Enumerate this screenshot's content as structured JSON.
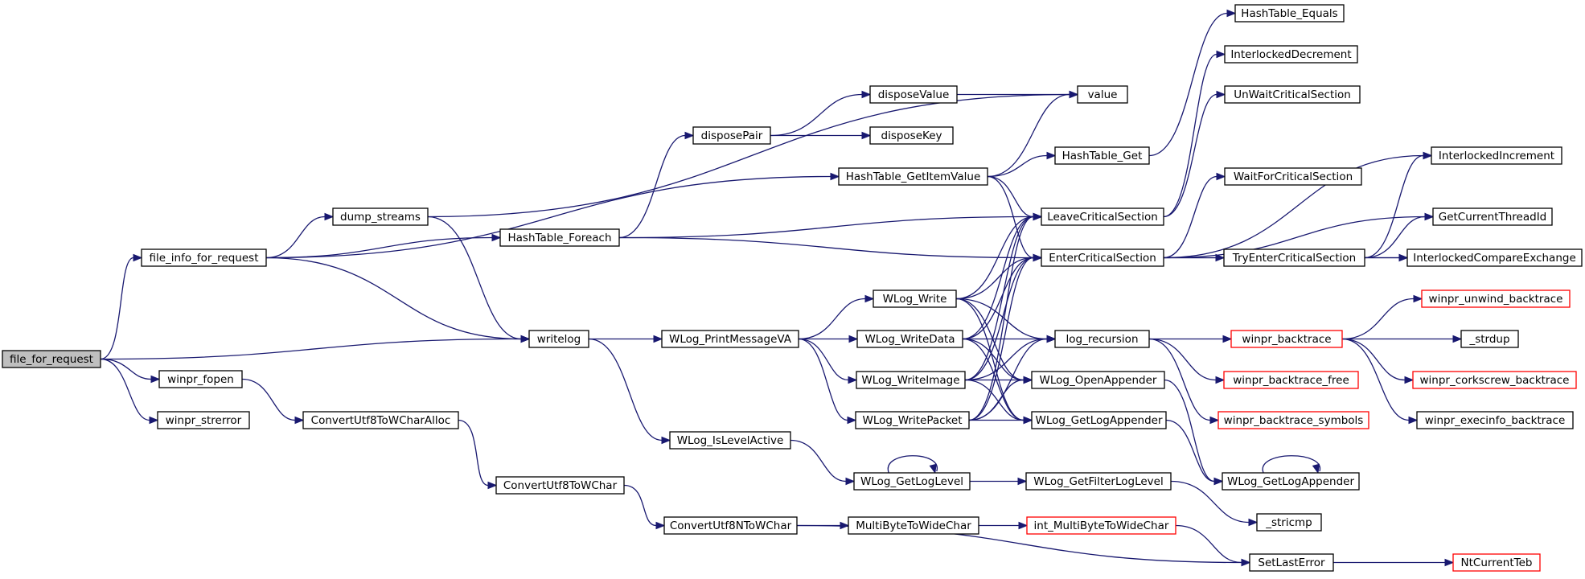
{
  "graph": {
    "nodes": [
      {
        "id": "file_for_request",
        "label": "file_for_request",
        "root": true
      },
      {
        "id": "file_info_for_request",
        "label": "file_info_for_request"
      },
      {
        "id": "dump_streams",
        "label": "dump_streams"
      },
      {
        "id": "disposePair",
        "label": "disposePair"
      },
      {
        "id": "disposeValue",
        "label": "disposeValue"
      },
      {
        "id": "disposeKey",
        "label": "disposeKey"
      },
      {
        "id": "value",
        "label": "value"
      },
      {
        "id": "HashTable_GetItemValue",
        "label": "HashTable_GetItemValue"
      },
      {
        "id": "HashTable_Get",
        "label": "HashTable_Get"
      },
      {
        "id": "HashTable_Equals",
        "label": "HashTable_Equals"
      },
      {
        "id": "InterlockedDecrement",
        "label": "InterlockedDecrement"
      },
      {
        "id": "UnWaitCriticalSection",
        "label": "UnWaitCriticalSection"
      },
      {
        "id": "InterlockedIncrement",
        "label": "InterlockedIncrement"
      },
      {
        "id": "WaitForCriticalSection",
        "label": "WaitForCriticalSection"
      },
      {
        "id": "LeaveCriticalSection",
        "label": "LeaveCriticalSection"
      },
      {
        "id": "GetCurrentThreadId",
        "label": "GetCurrentThreadId"
      },
      {
        "id": "HashTable_Foreach",
        "label": "HashTable_Foreach"
      },
      {
        "id": "EnterCriticalSection",
        "label": "EnterCriticalSection"
      },
      {
        "id": "TryEnterCriticalSection",
        "label": "TryEnterCriticalSection"
      },
      {
        "id": "InterlockedCompareExchange",
        "label": "InterlockedCompareExchange"
      },
      {
        "id": "winpr_unwind_backtrace",
        "label": "winpr_unwind_backtrace",
        "truncated": true
      },
      {
        "id": "writelog",
        "label": "writelog"
      },
      {
        "id": "WLog_PrintMessageVA",
        "label": "WLog_PrintMessageVA"
      },
      {
        "id": "WLog_Write",
        "label": "WLog_Write"
      },
      {
        "id": "WLog_WriteData",
        "label": "WLog_WriteData"
      },
      {
        "id": "log_recursion",
        "label": "log_recursion"
      },
      {
        "id": "winpr_backtrace",
        "label": "winpr_backtrace",
        "truncated": true
      },
      {
        "id": "_strdup",
        "label": "_strdup"
      },
      {
        "id": "winpr_fopen",
        "label": "winpr_fopen"
      },
      {
        "id": "WLog_WriteImage",
        "label": "WLog_WriteImage"
      },
      {
        "id": "WLog_OpenAppender",
        "label": "WLog_OpenAppender"
      },
      {
        "id": "winpr_backtrace_free",
        "label": "winpr_backtrace_free",
        "truncated": true
      },
      {
        "id": "winpr_corkscrew_backtrace",
        "label": "winpr_corkscrew_backtrace",
        "truncated": true
      },
      {
        "id": "winpr_strerror",
        "label": "winpr_strerror"
      },
      {
        "id": "ConvertUtf8ToWCharAlloc",
        "label": "ConvertUtf8ToWCharAlloc"
      },
      {
        "id": "WLog_WritePacket",
        "label": "WLog_WritePacket"
      },
      {
        "id": "WLog_GetLogAppender_1",
        "label": "WLog_GetLogAppender"
      },
      {
        "id": "winpr_backtrace_symbols",
        "label": "winpr_backtrace_symbols",
        "truncated": true
      },
      {
        "id": "winpr_execinfo_backtrace",
        "label": "winpr_execinfo_backtrace"
      },
      {
        "id": "WLog_IsLevelActive",
        "label": "WLog_IsLevelActive"
      },
      {
        "id": "WLog_GetLogLevel",
        "label": "WLog_GetLogLevel"
      },
      {
        "id": "WLog_GetFilterLogLevel",
        "label": "WLog_GetFilterLogLevel"
      },
      {
        "id": "WLog_GetLogAppender_2",
        "label": "WLog_GetLogAppender"
      },
      {
        "id": "ConvertUtf8ToWChar",
        "label": "ConvertUtf8ToWChar"
      },
      {
        "id": "ConvertUtf8NToWChar",
        "label": "ConvertUtf8NToWChar"
      },
      {
        "id": "MultiByteToWideChar",
        "label": "MultiByteToWideChar"
      },
      {
        "id": "int_MultiByteToWideChar",
        "label": "int_MultiByteToWideChar",
        "truncated": true
      },
      {
        "id": "_stricmp",
        "label": "_stricmp"
      },
      {
        "id": "SetLastError",
        "label": "SetLastError"
      },
      {
        "id": "NtCurrentTeb",
        "label": "NtCurrentTeb",
        "truncated": true
      }
    ],
    "edges": [
      [
        "file_for_request",
        "file_info_for_request"
      ],
      [
        "file_for_request",
        "writelog"
      ],
      [
        "file_for_request",
        "winpr_fopen"
      ],
      [
        "file_for_request",
        "winpr_strerror"
      ],
      [
        "file_info_for_request",
        "dump_streams"
      ],
      [
        "file_info_for_request",
        "HashTable_GetItemValue"
      ],
      [
        "file_info_for_request",
        "HashTable_Foreach"
      ],
      [
        "file_info_for_request",
        "writelog"
      ],
      [
        "dump_streams",
        "value"
      ],
      [
        "dump_streams",
        "writelog"
      ],
      [
        "HashTable_Foreach",
        "disposePair"
      ],
      [
        "HashTable_Foreach",
        "LeaveCriticalSection"
      ],
      [
        "HashTable_Foreach",
        "EnterCriticalSection"
      ],
      [
        "disposePair",
        "disposeValue"
      ],
      [
        "disposePair",
        "disposeKey"
      ],
      [
        "disposeValue",
        "value"
      ],
      [
        "HashTable_GetItemValue",
        "value"
      ],
      [
        "HashTable_GetItemValue",
        "HashTable_Get"
      ],
      [
        "HashTable_GetItemValue",
        "LeaveCriticalSection"
      ],
      [
        "HashTable_GetItemValue",
        "EnterCriticalSection"
      ],
      [
        "HashTable_Get",
        "HashTable_Equals"
      ],
      [
        "LeaveCriticalSection",
        "InterlockedDecrement"
      ],
      [
        "LeaveCriticalSection",
        "UnWaitCriticalSection"
      ],
      [
        "EnterCriticalSection",
        "InterlockedIncrement"
      ],
      [
        "EnterCriticalSection",
        "WaitForCriticalSection"
      ],
      [
        "EnterCriticalSection",
        "GetCurrentThreadId"
      ],
      [
        "EnterCriticalSection",
        "TryEnterCriticalSection"
      ],
      [
        "EnterCriticalSection",
        "InterlockedCompareExchange"
      ],
      [
        "TryEnterCriticalSection",
        "InterlockedIncrement"
      ],
      [
        "TryEnterCriticalSection",
        "GetCurrentThreadId"
      ],
      [
        "TryEnterCriticalSection",
        "InterlockedCompareExchange"
      ],
      [
        "writelog",
        "WLog_PrintMessageVA"
      ],
      [
        "writelog",
        "WLog_IsLevelActive"
      ],
      [
        "WLog_PrintMessageVA",
        "WLog_Write"
      ],
      [
        "WLog_PrintMessageVA",
        "WLog_WriteData"
      ],
      [
        "WLog_PrintMessageVA",
        "WLog_WriteImage"
      ],
      [
        "WLog_PrintMessageVA",
        "WLog_WritePacket"
      ],
      [
        "WLog_Write",
        "LeaveCriticalSection"
      ],
      [
        "WLog_Write",
        "EnterCriticalSection"
      ],
      [
        "WLog_Write",
        "log_recursion"
      ],
      [
        "WLog_Write",
        "WLog_OpenAppender"
      ],
      [
        "WLog_Write",
        "WLog_GetLogAppender_1"
      ],
      [
        "WLog_WriteData",
        "LeaveCriticalSection"
      ],
      [
        "WLog_WriteData",
        "EnterCriticalSection"
      ],
      [
        "WLog_WriteData",
        "log_recursion"
      ],
      [
        "WLog_WriteData",
        "WLog_OpenAppender"
      ],
      [
        "WLog_WriteData",
        "WLog_GetLogAppender_1"
      ],
      [
        "WLog_WriteImage",
        "LeaveCriticalSection"
      ],
      [
        "WLog_WriteImage",
        "EnterCriticalSection"
      ],
      [
        "WLog_WriteImage",
        "log_recursion"
      ],
      [
        "WLog_WriteImage",
        "WLog_OpenAppender"
      ],
      [
        "WLog_WriteImage",
        "WLog_GetLogAppender_1"
      ],
      [
        "WLog_WritePacket",
        "LeaveCriticalSection"
      ],
      [
        "WLog_WritePacket",
        "EnterCriticalSection"
      ],
      [
        "WLog_WritePacket",
        "log_recursion"
      ],
      [
        "WLog_WritePacket",
        "WLog_OpenAppender"
      ],
      [
        "WLog_WritePacket",
        "WLog_GetLogAppender_1"
      ],
      [
        "log_recursion",
        "winpr_backtrace"
      ],
      [
        "log_recursion",
        "winpr_backtrace_free"
      ],
      [
        "log_recursion",
        "winpr_backtrace_symbols"
      ],
      [
        "winpr_backtrace",
        "winpr_unwind_backtrace"
      ],
      [
        "winpr_backtrace",
        "_strdup"
      ],
      [
        "winpr_backtrace",
        "winpr_corkscrew_backtrace"
      ],
      [
        "winpr_backtrace",
        "winpr_execinfo_backtrace"
      ],
      [
        "WLog_OpenAppender",
        "WLog_GetLogAppender_2"
      ],
      [
        "WLog_GetLogAppender_1",
        "WLog_GetLogAppender_2"
      ],
      [
        "WLog_GetLogAppender_2",
        "WLog_GetLogAppender_2"
      ],
      [
        "WLog_IsLevelActive",
        "WLog_GetLogLevel"
      ],
      [
        "WLog_GetLogLevel",
        "WLog_GetLogLevel"
      ],
      [
        "WLog_GetLogLevel",
        "WLog_GetFilterLogLevel"
      ],
      [
        "WLog_GetFilterLogLevel",
        "_stricmp"
      ],
      [
        "winpr_fopen",
        "ConvertUtf8ToWCharAlloc"
      ],
      [
        "ConvertUtf8ToWCharAlloc",
        "ConvertUtf8ToWChar"
      ],
      [
        "ConvertUtf8ToWChar",
        "ConvertUtf8NToWChar"
      ],
      [
        "ConvertUtf8NToWChar",
        "MultiByteToWideChar"
      ],
      [
        "ConvertUtf8NToWChar",
        "SetLastError"
      ],
      [
        "MultiByteToWideChar",
        "int_MultiByteToWideChar"
      ],
      [
        "int_MultiByteToWideChar",
        "SetLastError"
      ],
      [
        "SetLastError",
        "NtCurrentTeb"
      ]
    ]
  }
}
